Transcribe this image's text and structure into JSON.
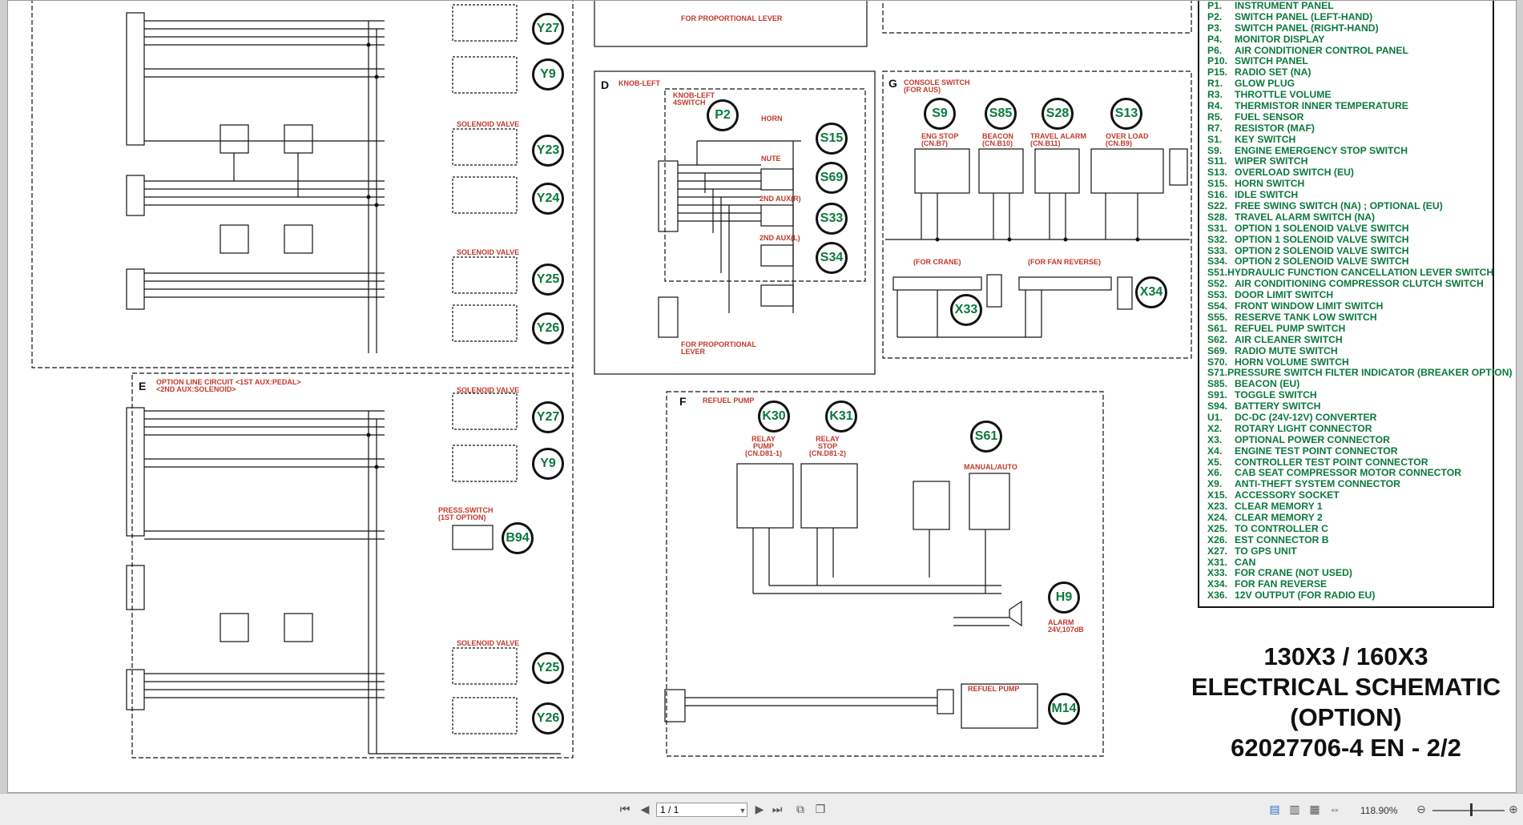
{
  "sections": {
    "D": {
      "letter": "D",
      "title": "KNOB-LEFT",
      "knob_caption": "KNOB-LEFT 4SWITCH",
      "switches": [
        "HORN",
        "NUTE",
        "2ND AUX(R)",
        "2ND AUX(L)"
      ],
      "lever_note": "FOR PROPORTIONAL LEVER"
    },
    "E": {
      "letter": "E",
      "title": "OPTION LINE CIRCUIT <1ST AUX:PEDAL> <2ND AUX:SOLENOID>",
      "press_switch": "PRESS.SWITCH (1ST OPTION)"
    },
    "F": {
      "letter": "F",
      "title": "REFUEL PUMP",
      "relay_pump": "RELAY PUMP (CN.D81-1)",
      "relay_stop": "RELAY STOP (CN.D81-2)",
      "manual_auto": "MANUAL/AUTO",
      "alarm": "ALARM 24V,107dB",
      "refuel_pump": "REFUEL PUMP"
    },
    "G": {
      "letter": "G",
      "title": "CONSOLE SWITCH (FOR AUS)",
      "switch_captions": [
        "ENG STOP (CN.B7)",
        "BEACON (CN.B10)",
        "TRAVEL ALARM (CN.B11)",
        "OVER LOAD (CN.B9)"
      ],
      "for_crane": "(FOR CRANE)",
      "for_fan": "(FOR FAN REVERSE)"
    }
  },
  "top_note": "FOR PROPORTIONAL LEVER",
  "solenoid_valve_label": "SOLENOID VALVE",
  "components": [
    {
      "id": "Y27a",
      "label": "Y27"
    },
    {
      "id": "Y9a",
      "label": "Y9"
    },
    {
      "id": "Y23",
      "label": "Y23"
    },
    {
      "id": "Y24",
      "label": "Y24"
    },
    {
      "id": "Y25a",
      "label": "Y25"
    },
    {
      "id": "Y26a",
      "label": "Y26"
    },
    {
      "id": "Y27b",
      "label": "Y27"
    },
    {
      "id": "Y9b",
      "label": "Y9"
    },
    {
      "id": "B94",
      "label": "B94"
    },
    {
      "id": "Y25b",
      "label": "Y25"
    },
    {
      "id": "Y26b",
      "label": "Y26"
    },
    {
      "id": "P2",
      "label": "P2"
    },
    {
      "id": "S15",
      "label": "S15"
    },
    {
      "id": "S69",
      "label": "S69"
    },
    {
      "id": "S33",
      "label": "S33"
    },
    {
      "id": "S34",
      "label": "S34"
    },
    {
      "id": "S9",
      "label": "S9"
    },
    {
      "id": "S85",
      "label": "S85"
    },
    {
      "id": "S28",
      "label": "S28"
    },
    {
      "id": "S13",
      "label": "S13"
    },
    {
      "id": "X33",
      "label": "X33"
    },
    {
      "id": "X34",
      "label": "X34"
    },
    {
      "id": "K30",
      "label": "K30"
    },
    {
      "id": "K31",
      "label": "K31"
    },
    {
      "id": "S61",
      "label": "S61"
    },
    {
      "id": "H9",
      "label": "H9"
    },
    {
      "id": "M14",
      "label": "M14"
    }
  ],
  "legend": [
    {
      "code": "P1.",
      "desc": "INSTRUMENT PANEL"
    },
    {
      "code": "P2.",
      "desc": "SWITCH PANEL (LEFT-HAND)"
    },
    {
      "code": "P3.",
      "desc": "SWITCH PANEL (RIGHT-HAND)"
    },
    {
      "code": "P4.",
      "desc": "MONITOR DISPLAY"
    },
    {
      "code": "P6.",
      "desc": "AIR CONDITIONER CONTROL PANEL"
    },
    {
      "code": "P10.",
      "desc": "SWITCH PANEL"
    },
    {
      "code": "P15.",
      "desc": "RADIO SET (NA)"
    },
    {
      "code": "R1.",
      "desc": "GLOW PLUG"
    },
    {
      "code": "R3.",
      "desc": "THROTTLE VOLUME"
    },
    {
      "code": "R4.",
      "desc": "THERMISTOR INNER TEMPERATURE"
    },
    {
      "code": "R5.",
      "desc": "FUEL SENSOR"
    },
    {
      "code": "R7.",
      "desc": "RESISTOR (MAF)"
    },
    {
      "code": "S1.",
      "desc": "KEY SWITCH"
    },
    {
      "code": "S9.",
      "desc": "ENGINE EMERGENCY STOP SWITCH"
    },
    {
      "code": "S11.",
      "desc": "WIPER SWITCH"
    },
    {
      "code": "S13.",
      "desc": "OVERLOAD SWITCH (EU)"
    },
    {
      "code": "S15.",
      "desc": "HORN SWITCH"
    },
    {
      "code": "S16.",
      "desc": "IDLE SWITCH"
    },
    {
      "code": "S22.",
      "desc": "FREE SWING SWITCH (NA) ; OPTIONAL (EU)"
    },
    {
      "code": "S28.",
      "desc": "TRAVEL ALARM SWITCH (NA)"
    },
    {
      "code": "S31.",
      "desc": "OPTION 1 SOLENOID VALVE SWITCH"
    },
    {
      "code": "S32.",
      "desc": "OPTION 1 SOLENOID VALVE SWITCH"
    },
    {
      "code": "S33.",
      "desc": "OPTION 2 SOLENOID VALVE SWITCH"
    },
    {
      "code": "S34.",
      "desc": "OPTION 2 SOLENOID VALVE SWITCH"
    },
    {
      "code": "S51.",
      "desc": "HYDRAULIC FUNCTION CANCELLATION LEVER SWITCH"
    },
    {
      "code": "S52.",
      "desc": "AIR CONDITIONING COMPRESSOR CLUTCH SWITCH"
    },
    {
      "code": "S53.",
      "desc": "DOOR LIMIT SWITCH"
    },
    {
      "code": "S54.",
      "desc": "FRONT WINDOW LIMIT SWITCH"
    },
    {
      "code": "S55.",
      "desc": "RESERVE TANK LOW SWITCH"
    },
    {
      "code": "S61.",
      "desc": "REFUEL PUMP SWITCH"
    },
    {
      "code": "S62.",
      "desc": "AIR CLEANER SWITCH"
    },
    {
      "code": "S69.",
      "desc": "RADIO MUTE SWITCH"
    },
    {
      "code": "S70.",
      "desc": "HORN VOLUME SWITCH"
    },
    {
      "code": "S71.",
      "desc": "PRESSURE SWITCH  FILTER INDICATOR (BREAKER OPTION)"
    },
    {
      "code": "S85.",
      "desc": "BEACON (EU)"
    },
    {
      "code": "S91.",
      "desc": "TOGGLE SWITCH"
    },
    {
      "code": "S94.",
      "desc": "BATTERY SWITCH"
    },
    {
      "code": "U1.",
      "desc": "DC-DC (24V-12V) CONVERTER"
    },
    {
      "code": "X2.",
      "desc": "ROTARY LIGHT CONNECTOR"
    },
    {
      "code": "X3.",
      "desc": "OPTIONAL POWER CONNECTOR"
    },
    {
      "code": "X4.",
      "desc": "ENGINE TEST POINT CONNECTOR"
    },
    {
      "code": "X5.",
      "desc": "CONTROLLER TEST POINT CONNECTOR"
    },
    {
      "code": "X6.",
      "desc": "CAB SEAT COMPRESSOR MOTOR CONNECTOR"
    },
    {
      "code": "X9.",
      "desc": "ANTI-THEFT SYSTEM CONNECTOR"
    },
    {
      "code": "X15.",
      "desc": "ACCESSORY SOCKET"
    },
    {
      "code": "X23.",
      "desc": "CLEAR MEMORY 1"
    },
    {
      "code": "X24.",
      "desc": "CLEAR MEMORY 2"
    },
    {
      "code": "X25.",
      "desc": "TO CONTROLLER C"
    },
    {
      "code": "X26.",
      "desc": "EST CONNECTOR B"
    },
    {
      "code": "X27.",
      "desc": "TO GPS UNIT"
    },
    {
      "code": "X31.",
      "desc": "CAN"
    },
    {
      "code": "X33.",
      "desc": "FOR CRANE (NOT USED)"
    },
    {
      "code": "X34.",
      "desc": "FOR FAN REVERSE"
    },
    {
      "code": "X36.",
      "desc": "12V OUTPUT (FOR RADIO EU)"
    }
  ],
  "title_block": {
    "line1": "130X3 / 160X3",
    "line2": "ELECTRICAL SCHEMATIC",
    "line3": "(OPTION)",
    "line4": "62027706-4 EN - 2/2"
  },
  "toolbar": {
    "page_value": "1 / 1",
    "zoom": "118.90%"
  },
  "colors": {
    "wire": "#111111",
    "label": "#c0392b",
    "component": "#0a7a3b"
  }
}
